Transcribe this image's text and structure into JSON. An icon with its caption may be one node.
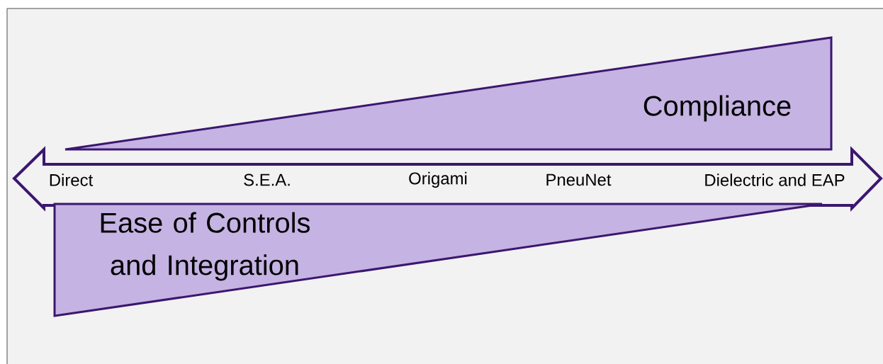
{
  "diagram": {
    "nodes": [
      {
        "text": [
          "Compliance"
        ]
      },
      {
        "text": [
          "Ease of Controls and Integration"
        ]
      }
    ],
    "labels": [
      "Direct",
      "S.E.A.",
      "Origami",
      "PneuNet",
      "Dielectric and EAP"
    ]
  }
}
